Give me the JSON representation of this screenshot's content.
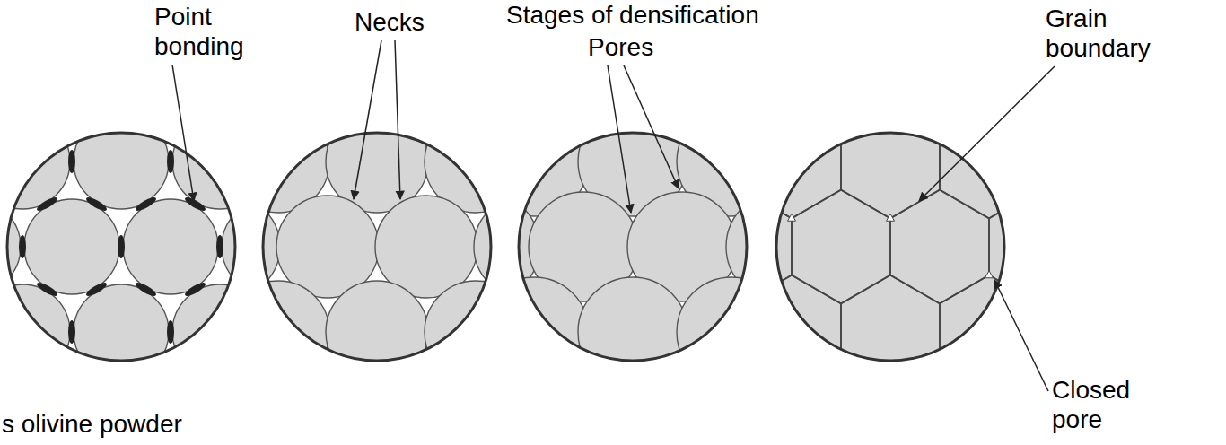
{
  "diagram": {
    "title": "Stages of densification",
    "labels": [
      "Point bonding",
      "Necks",
      "Pores",
      "Grain boundary",
      "Closed pore",
      "s olivine powder"
    ]
  }
}
